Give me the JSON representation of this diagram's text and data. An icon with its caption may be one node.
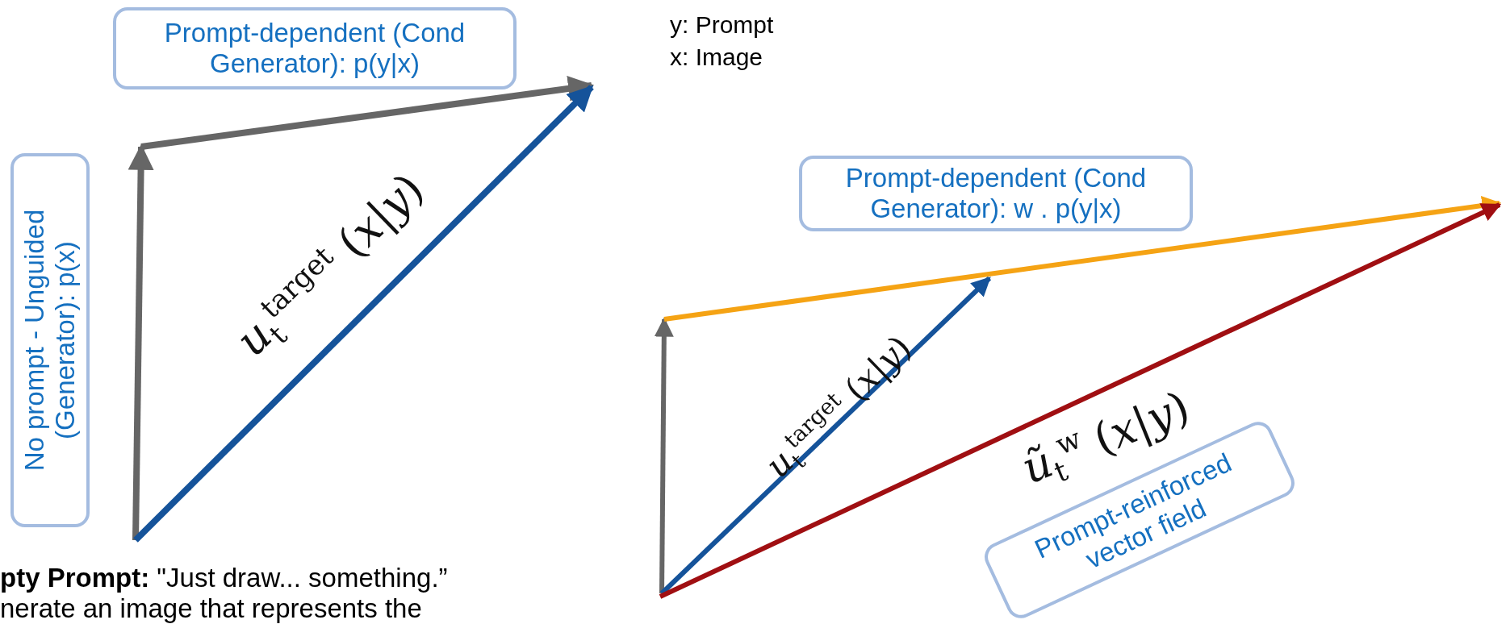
{
  "diagram": {
    "nodes": [
      {
        "text": [
          "Prompt-dependent (Cond Generator): p(y|x)"
        ]
      },
      {
        "text": [
          "No prompt - Unguided (Generator): p(x)"
        ]
      },
      {
        "text": [
          "Prompt-dependent (Cond Generator): w . p(y|x)"
        ]
      },
      {
        "text": [
          "Prompt-reinforced vector field"
        ]
      }
    ],
    "labels": [
      "*u*$_{t}$$^{target}$ (*x*|*y*)",
      "y: Prompt",
      "x: Image",
      "*u*$_{t}$$^{target}$ (*x*|*y*)",
      "*ũ*$_{t}$$^{w}$ (*x*|*y*)",
      "**pty Prompt:** \"Just draw... something.”",
      "nerate an image that represents the"
    ]
  }
}
